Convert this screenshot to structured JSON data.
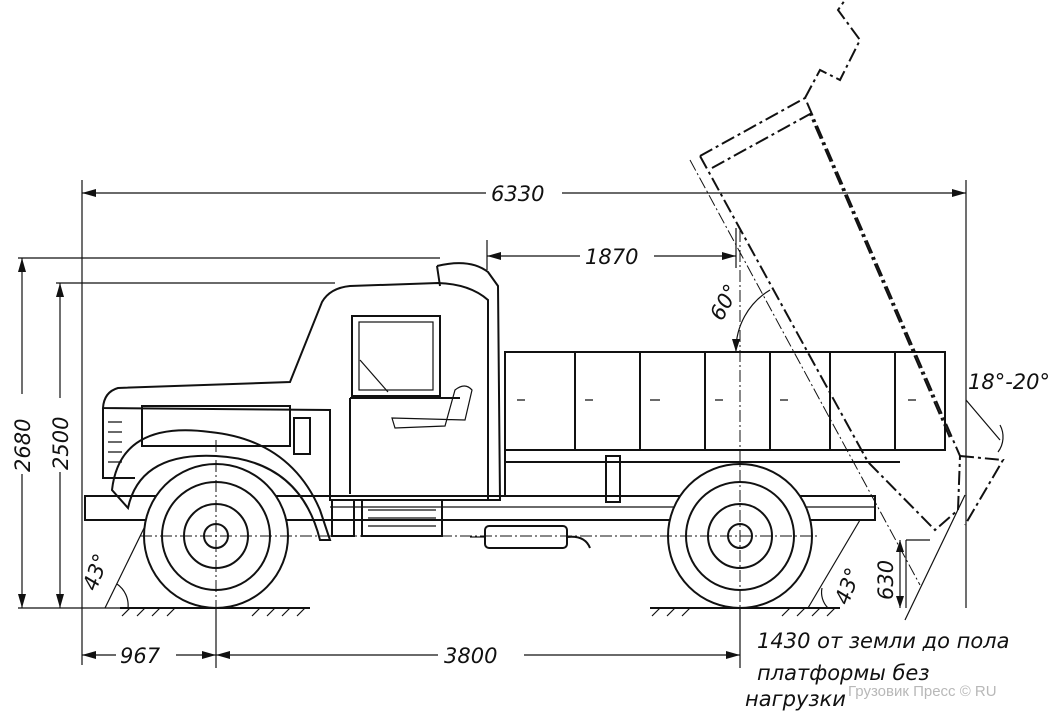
{
  "dimensions": {
    "overall_length": "6330",
    "body_length": "1870",
    "height_total": "2680",
    "height_cab": "2500",
    "front_overhang": "967",
    "wheelbase": "3800",
    "tipper_angle": "60°",
    "rear_tilt_angle": "18°-20°",
    "approach_angle": "43°",
    "departure_angle": "43°",
    "rear_clearance": "630"
  },
  "note_lines": [
    "1430 от земли до пола",
    "платформы без",
    "нагрузки"
  ],
  "watermark": "Грузовик Пресс © RU"
}
